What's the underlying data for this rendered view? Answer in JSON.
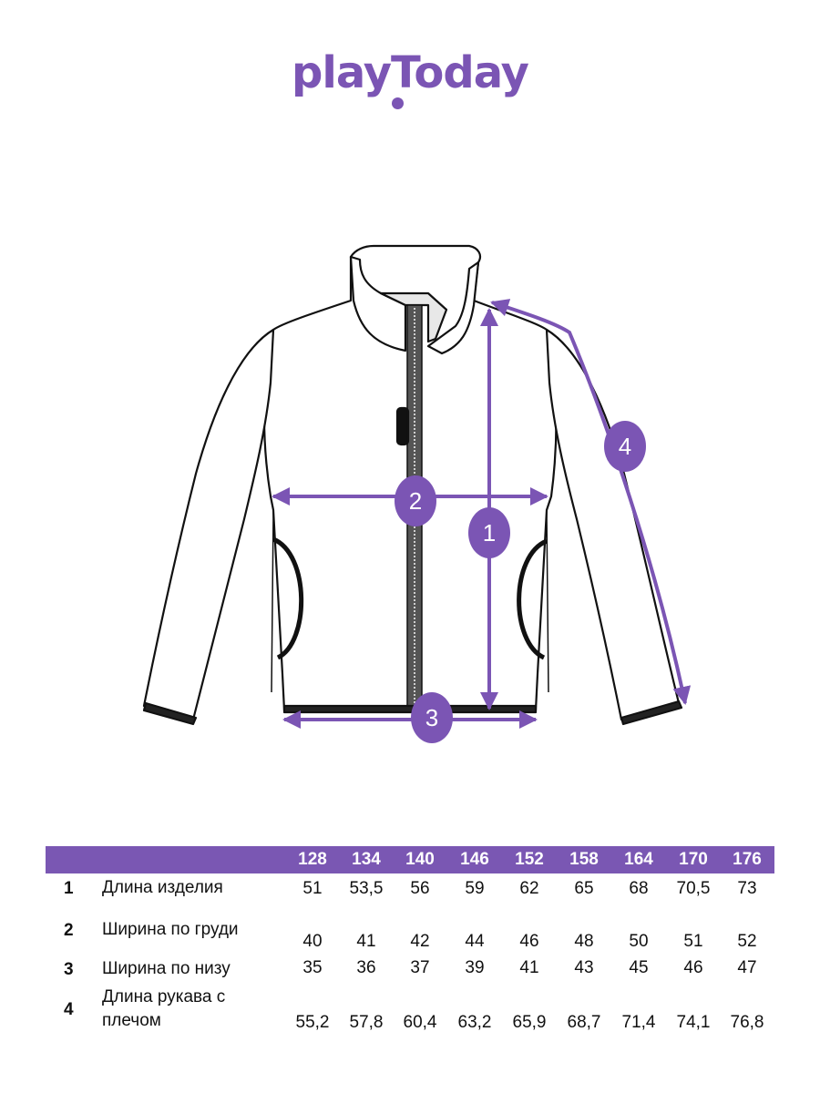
{
  "brand": {
    "logo_text": "playToday",
    "accent": "#7b55b4"
  },
  "diagram": {
    "markers": [
      {
        "id": 1,
        "label": "1"
      },
      {
        "id": 2,
        "label": "2"
      },
      {
        "id": 3,
        "label": "3"
      },
      {
        "id": 4,
        "label": "4"
      }
    ],
    "line_color": "#7b55b4"
  },
  "table": {
    "sizes": [
      "128",
      "134",
      "140",
      "146",
      "152",
      "158",
      "164",
      "170",
      "176"
    ],
    "rows": [
      {
        "num": "1",
        "label": "Длина изделия",
        "values": [
          "51",
          "53,5",
          "56",
          "59",
          "62",
          "65",
          "68",
          "70,5",
          "73"
        ]
      },
      {
        "num": "2",
        "label": "Ширина по груди",
        "values": [
          "40",
          "41",
          "42",
          "44",
          "46",
          "48",
          "50",
          "51",
          "52"
        ]
      },
      {
        "num": "3",
        "label": "Ширина по низу",
        "values": [
          "35",
          "36",
          "37",
          "39",
          "41",
          "43",
          "45",
          "46",
          "47"
        ]
      },
      {
        "num": "4",
        "label": "Длина рукава с плечом",
        "values": [
          "55,2",
          "57,8",
          "60,4",
          "63,2",
          "65,9",
          "68,7",
          "71,4",
          "74,1",
          "76,8"
        ]
      }
    ]
  }
}
